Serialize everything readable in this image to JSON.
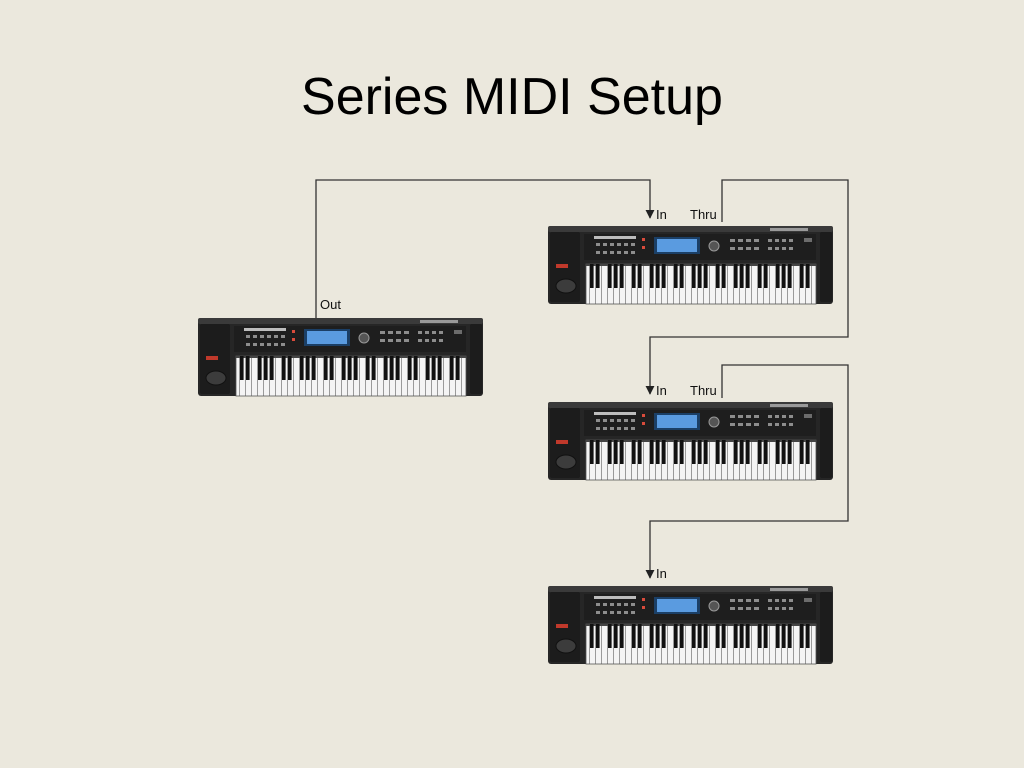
{
  "slide": {
    "title": "Series MIDI Setup"
  },
  "ports": {
    "out": "Out",
    "in": "In",
    "thru": "Thru"
  },
  "colors": {
    "background": "#ebe8dd",
    "cable": "#333333",
    "keyboard_body": "#262626",
    "display": "#5a9be0"
  }
}
